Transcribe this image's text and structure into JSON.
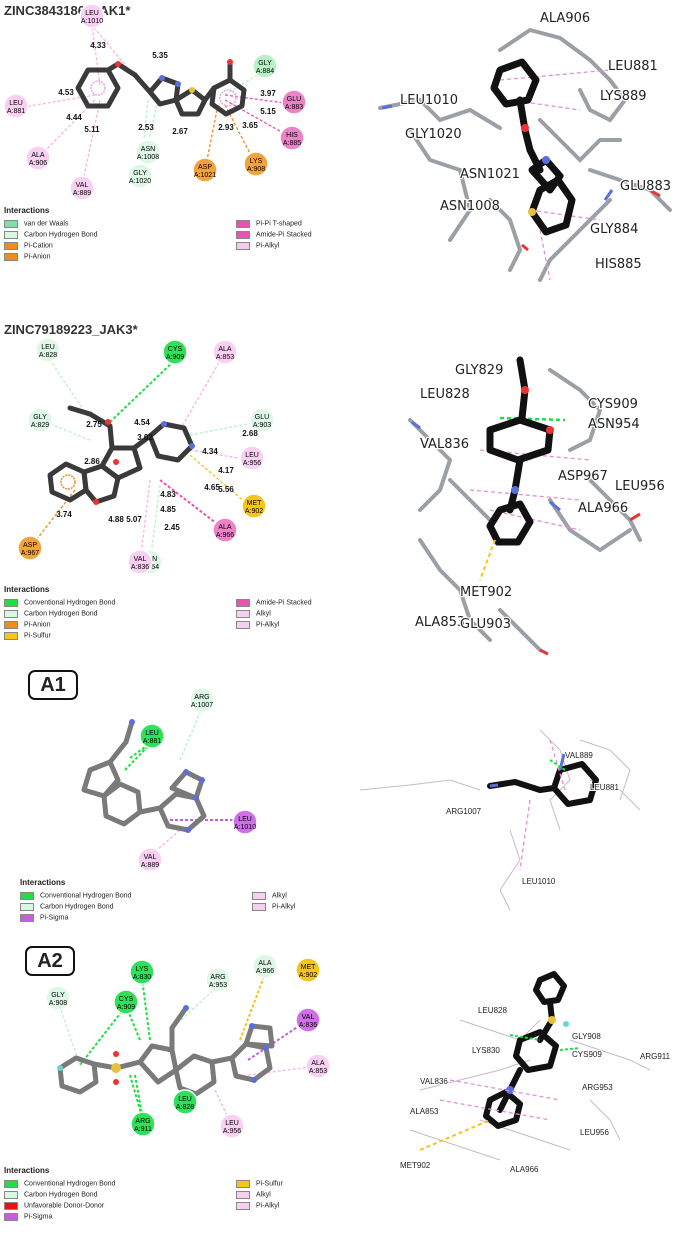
{
  "panel1": {
    "title": "ZINC3843186_JAK1*",
    "residues": [
      {
        "name": "LEU",
        "num": "A:1010",
        "color": "#f9cff2"
      },
      {
        "name": "GLY",
        "num": "A:884",
        "color": "#b8f0c8"
      },
      {
        "name": "GLU",
        "num": "A:883",
        "color": "#ee82c8"
      },
      {
        "name": "HIS",
        "num": "A:885",
        "color": "#ee82c8"
      },
      {
        "name": "LEU",
        "num": "A:881",
        "color": "#f9cff2"
      },
      {
        "name": "ALA",
        "num": "A:906",
        "color": "#f9cff2"
      },
      {
        "name": "VAL",
        "num": "A:889",
        "color": "#f9cff2"
      },
      {
        "name": "GLY",
        "num": "A:1020",
        "color": "#dff7e6"
      },
      {
        "name": "ASN",
        "num": "A:1008",
        "color": "#dff7e6"
      },
      {
        "name": "ASP",
        "num": "A:1021",
        "color": "#f3a33c"
      },
      {
        "name": "LYS",
        "num": "A:908",
        "color": "#f3a33c"
      }
    ],
    "distances": [
      "4.33",
      "5.35",
      "4.53",
      "4.44",
      "5.11",
      "2.53",
      "2.67",
      "3.97",
      "5.15",
      "2.93",
      "3.65"
    ],
    "legend_title": "Interactions",
    "legend": [
      {
        "label": "van der Waals",
        "color": "#7ee0a8"
      },
      {
        "label": "Carbon Hydrogen Bond",
        "color": "#d9f6e4"
      },
      {
        "label": "Pi-Cation",
        "color": "#f08c1e"
      },
      {
        "label": "Pi-Anion",
        "color": "#f08c1e"
      },
      {
        "label": "Pi-Pi T-shaped",
        "color": "#e852b0"
      },
      {
        "label": "Amide-Pi Stacked",
        "color": "#e852b0"
      },
      {
        "label": "Pi-Alkyl",
        "color": "#f7c8ee"
      }
    ],
    "labels3d": [
      "ALA906",
      "LEU881",
      "LEU1010",
      "LYS889",
      "GLY1020",
      "ASN1021",
      "ASN1008",
      "GLU883",
      "GLY884",
      "HIS885"
    ]
  },
  "panel2": {
    "title": "ZINC79189223_JAK3*",
    "residues": [
      {
        "name": "LEU",
        "num": "A:828",
        "color": "#dff7e6"
      },
      {
        "name": "CYS",
        "num": "A:909",
        "color": "#2ee05a"
      },
      {
        "name": "ALA",
        "num": "A:853",
        "color": "#f9cff2"
      },
      {
        "name": "GLY",
        "num": "A:829",
        "color": "#dff7e6"
      },
      {
        "name": "GLU",
        "num": "A:903",
        "color": "#dff7e6"
      },
      {
        "name": "LEU",
        "num": "A:956",
        "color": "#f9cff2"
      },
      {
        "name": "MET",
        "num": "A:902",
        "color": "#f5c518"
      },
      {
        "name": "ALA",
        "num": "A:966",
        "color": "#ee82c8"
      },
      {
        "name": "ASN",
        "num": "A:954",
        "color": "#dff7e6"
      },
      {
        "name": "VAL",
        "num": "A:836",
        "color": "#f9cff2"
      },
      {
        "name": "ASP",
        "num": "A:967",
        "color": "#f3a33c"
      }
    ],
    "distances": [
      "2.75",
      "4.54",
      "3.02",
      "4.34",
      "2.86",
      "2.68",
      "4.17",
      "5.56",
      "4.65",
      "4.83",
      "4.85",
      "4.88",
      "5.07",
      "2.45",
      "3.74"
    ],
    "legend_title": "Interactions",
    "legend": [
      {
        "label": "Conventional Hydrogen Bond",
        "color": "#22dd44"
      },
      {
        "label": "Carbon Hydrogen Bond",
        "color": "#d9f6e4"
      },
      {
        "label": "Pi-Anion",
        "color": "#f08c1e"
      },
      {
        "label": "Pi-Sulfur",
        "color": "#f5c518"
      },
      {
        "label": "Amide-Pi Stacked",
        "color": "#e852b0"
      },
      {
        "label": "Alkyl",
        "color": "#f7d0f0"
      },
      {
        "label": "Pi-Alkyl",
        "color": "#f7d0f0"
      }
    ],
    "labels3d": [
      "GLY829",
      "LEU828",
      "CYS909",
      "ASN954",
      "VAL836",
      "ASP967",
      "LEU956",
      "ALA966",
      "ALA853",
      "MET902",
      "GLU903"
    ]
  },
  "panel3": {
    "tag": "A1",
    "residues": [
      {
        "name": "ARG",
        "num": "A:1007",
        "color": "#dff7e6"
      },
      {
        "name": "LEU",
        "num": "A:881",
        "color": "#2ee05a"
      },
      {
        "name": "LEU",
        "num": "A:1010",
        "color": "#d070e8"
      },
      {
        "name": "VAL",
        "num": "A:889",
        "color": "#f9cff2"
      }
    ],
    "legend_title": "Interactions",
    "legend": [
      {
        "label": "Conventional Hydrogen Bond",
        "color": "#22dd44"
      },
      {
        "label": "Carbon Hydrogen Bond",
        "color": "#d9f6e4"
      },
      {
        "label": "Pi-Sigma",
        "color": "#c45fe0"
      },
      {
        "label": "Alkyl",
        "color": "#f7d0f0"
      },
      {
        "label": "Pi-Alkyl",
        "color": "#f7d0f0"
      }
    ],
    "labels3d": [
      "VAL889",
      "LEU881",
      "ARG1007",
      "LEU1010"
    ]
  },
  "panel4": {
    "tag": "A2",
    "residues": [
      {
        "name": "LYS",
        "num": "A:830",
        "color": "#2ee05a"
      },
      {
        "name": "ARG",
        "num": "A:953",
        "color": "#dff7e6"
      },
      {
        "name": "ALA",
        "num": "A:966",
        "color": "#dff7e6"
      },
      {
        "name": "MET",
        "num": "A:902",
        "color": "#f5c518"
      },
      {
        "name": "GLY",
        "num": "A:908",
        "color": "#dff7e6"
      },
      {
        "name": "CYS",
        "num": "A:909",
        "color": "#2ee05a"
      },
      {
        "name": "VAL",
        "num": "A:836",
        "color": "#d070e8"
      },
      {
        "name": "ALA",
        "num": "A:853",
        "color": "#f9cff2"
      },
      {
        "name": "LEU",
        "num": "A:828",
        "color": "#2ee05a"
      },
      {
        "name": "LEU",
        "num": "A:956",
        "color": "#f9cff2"
      },
      {
        "name": "ARG",
        "num": "A:911",
        "color": "#2ee05a"
      }
    ],
    "legend_title": "Interactions",
    "legend": [
      {
        "label": "Conventional Hydrogen Bond",
        "color": "#22dd44"
      },
      {
        "label": "Carbon Hydrogen Bond",
        "color": "#d9f6e4"
      },
      {
        "label": "Unfavorable Donor-Donor",
        "color": "#ee1111"
      },
      {
        "label": "Pi-Sigma",
        "color": "#c45fe0"
      },
      {
        "label": "Pi-Sulfur",
        "color": "#f5c518"
      },
      {
        "label": "Alkyl",
        "color": "#f7d0f0"
      },
      {
        "label": "Pi-Alkyl",
        "color": "#f7d0f0"
      }
    ],
    "labels3d": [
      "LEU828",
      "LYS830",
      "GLY908",
      "CYS909",
      "ARG911",
      "VAL836",
      "ALA853",
      "ARG953",
      "LEU956",
      "MET902",
      "ALA966"
    ]
  }
}
